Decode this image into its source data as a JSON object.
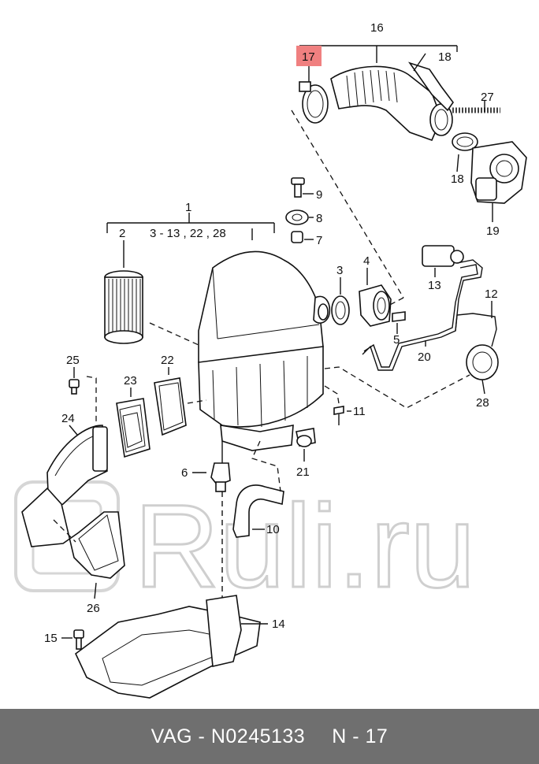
{
  "watermark": "Ruli.ru",
  "highlight_color": "#f08080",
  "callouts": {
    "c16": "16",
    "c17": "17",
    "c18a": "18",
    "c18b": "18",
    "c27": "27",
    "c19": "19",
    "c9": "9",
    "c8": "8",
    "c7": "7",
    "c1": "1",
    "c2": "2",
    "c1range": "3 - 13 , 22 , 28",
    "c3": "3",
    "c4": "4",
    "c13": "13",
    "c12": "12",
    "c5": "5",
    "c20": "20",
    "c28": "28",
    "c25": "25",
    "c22": "22",
    "c23": "23",
    "c11": "11",
    "c24": "24",
    "c6": "6",
    "c21": "21",
    "c10": "10",
    "c26": "26",
    "c15": "15",
    "c14": "14"
  },
  "footer": {
    "part_number": "VAG - N0245133",
    "position": "N - 17"
  }
}
